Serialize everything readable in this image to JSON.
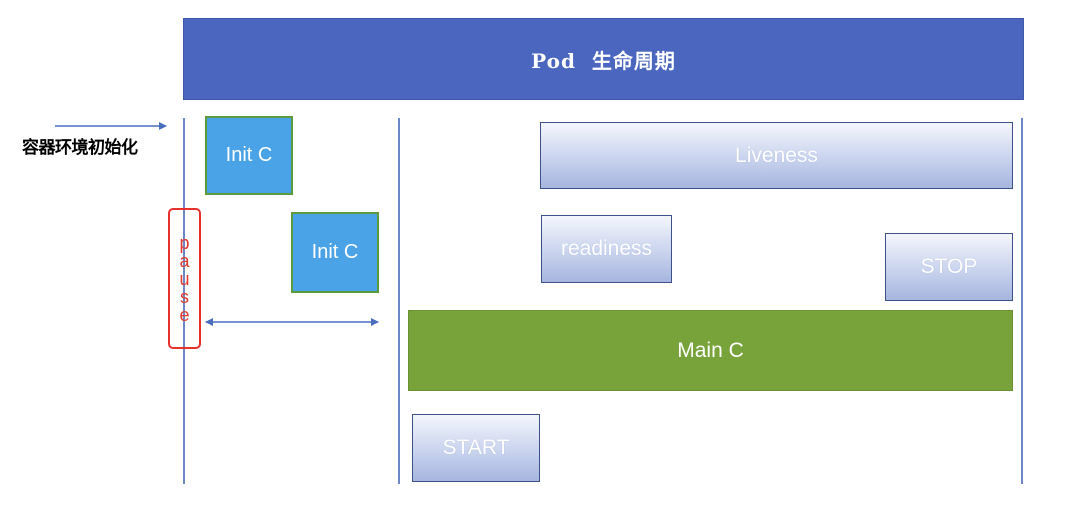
{
  "header": {
    "title": "Pod  生命周期"
  },
  "left_label": "容器环境初始化",
  "init_containers": [
    {
      "label": "Init C"
    },
    {
      "label": "Init C"
    }
  ],
  "pause": {
    "letters": [
      "p",
      "a",
      "u",
      "s",
      "e"
    ]
  },
  "probes": {
    "liveness": "Liveness",
    "readiness": "readiness",
    "stop": "STOP",
    "start": "START"
  },
  "main_container": {
    "label": "Main C"
  },
  "colors": {
    "header": "#4a66be",
    "init_fill": "#4aa3e6",
    "init_border": "#5b9a3e",
    "main_fill": "#78a33b",
    "pause_border": "#e5322d",
    "lines": "#6d88c6"
  }
}
